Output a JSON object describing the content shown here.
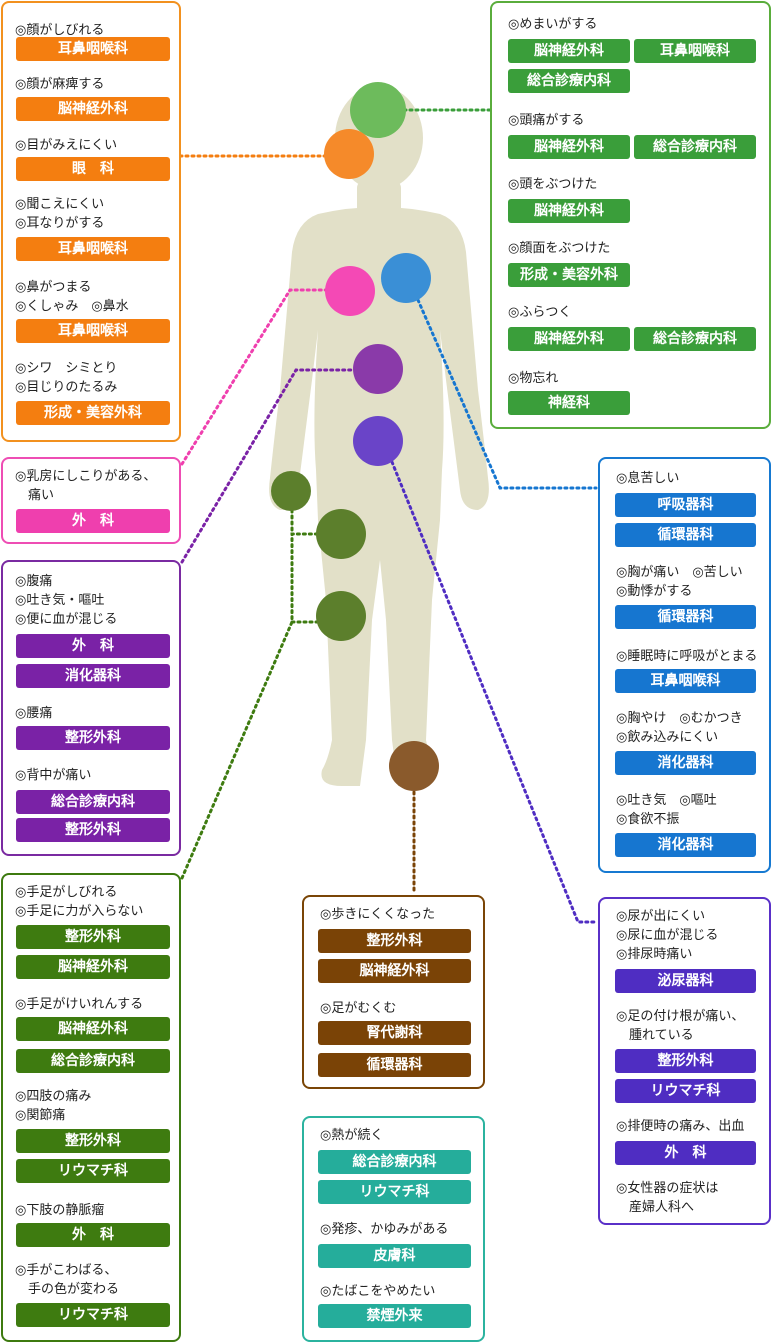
{
  "head_left": {
    "groups": [
      {
        "symptoms": [
          "◎顔がしびれる"
        ],
        "depts": [
          "耳鼻咽喉科"
        ]
      },
      {
        "symptoms": [
          "◎顔が麻痺する"
        ],
        "depts": [
          "脳神経外科"
        ]
      },
      {
        "symptoms": [
          "◎目がみえにくい"
        ],
        "depts": [
          "眼　科"
        ]
      },
      {
        "symptoms": [
          "◎聞こえにくい",
          "◎耳なりがする"
        ],
        "depts": [
          "耳鼻咽喉科"
        ]
      },
      {
        "symptoms": [
          "◎鼻がつまる",
          "◎くしゃみ　◎鼻水"
        ],
        "depts": [
          "耳鼻咽喉科"
        ]
      },
      {
        "symptoms": [
          "◎シワ　シミとり",
          "◎目じりのたるみ"
        ],
        "depts": [
          "形成・美容外科"
        ]
      }
    ]
  },
  "head_right": {
    "groups": [
      {
        "symptoms": [
          "◎めまいがする"
        ],
        "depts": [
          "脳神経外科",
          "耳鼻咽喉科",
          "総合診療内科"
        ]
      },
      {
        "symptoms": [
          "◎頭痛がする"
        ],
        "depts": [
          "脳神経外科",
          "総合診療内科"
        ]
      },
      {
        "symptoms": [
          "◎頭をぶつけた"
        ],
        "depts": [
          "脳神経外科"
        ]
      },
      {
        "symptoms": [
          "◎顔面をぶつけた"
        ],
        "depts": [
          "形成・美容外科"
        ]
      },
      {
        "symptoms": [
          "◎ふらつく"
        ],
        "depts": [
          "脳神経外科",
          "総合診療内科"
        ]
      },
      {
        "symptoms": [
          "◎物忘れ"
        ],
        "depts": [
          "神経科"
        ]
      }
    ]
  },
  "breast": {
    "groups": [
      {
        "symptoms": [
          "◎乳房にしこりがある、",
          "　痛い"
        ],
        "depts": [
          "外　科"
        ]
      }
    ]
  },
  "abdomen": {
    "groups": [
      {
        "symptoms": [
          "◎腹痛",
          "◎吐き気・嘔吐",
          "◎便に血が混じる"
        ],
        "depts": [
          "外　科",
          "消化器科"
        ]
      },
      {
        "symptoms": [
          "◎腰痛"
        ],
        "depts": [
          "整形外科"
        ]
      },
      {
        "symptoms": [
          "◎背中が痛い"
        ],
        "depts": [
          "総合診療内科",
          "整形外科"
        ]
      }
    ]
  },
  "limbs": {
    "groups": [
      {
        "symptoms": [
          "◎手足がしびれる",
          "◎手足に力が入らない"
        ],
        "depts": [
          "整形外科",
          "脳神経外科"
        ]
      },
      {
        "symptoms": [
          "◎手足がけいれんする"
        ],
        "depts": [
          "脳神経外科",
          "総合診療内科"
        ]
      },
      {
        "symptoms": [
          "◎四肢の痛み",
          "◎関節痛"
        ],
        "depts": [
          "整形外科",
          "リウマチ科"
        ]
      },
      {
        "symptoms": [
          "◎下肢の静脈瘤"
        ],
        "depts": [
          "外　科"
        ]
      },
      {
        "symptoms": [
          "◎手がこわばる、",
          "　手の色が変わる"
        ],
        "depts": [
          "リウマチ科"
        ]
      }
    ]
  },
  "legs": {
    "groups": [
      {
        "symptoms": [
          "◎歩きにくくなった"
        ],
        "depts": [
          "整形外科",
          "脳神経外科"
        ]
      },
      {
        "symptoms": [
          "◎足がむくむ"
        ],
        "depts": [
          "腎代謝科",
          "循環器科"
        ]
      }
    ]
  },
  "general": {
    "groups": [
      {
        "symptoms": [
          "◎熱が続く"
        ],
        "depts": [
          "総合診療内科",
          "リウマチ科"
        ]
      },
      {
        "symptoms": [
          "◎発疹、かゆみがある"
        ],
        "depts": [
          "皮膚科"
        ]
      },
      {
        "symptoms": [
          "◎たばこをやめたい"
        ],
        "depts": [
          "禁煙外来"
        ]
      }
    ]
  },
  "chest": {
    "groups": [
      {
        "symptoms": [
          "◎息苦しい"
        ],
        "depts": [
          "呼吸器科",
          "循環器科"
        ]
      },
      {
        "symptoms": [
          "◎胸が痛い　◎苦しい",
          "◎動悸がする"
        ],
        "depts": [
          "循環器科"
        ]
      },
      {
        "symptoms": [
          "◎睡眠時に呼吸がとまる"
        ],
        "depts": [
          "耳鼻咽喉科"
        ]
      },
      {
        "symptoms": [
          "◎胸やけ　◎むかつき",
          "◎飲み込みにくい"
        ],
        "depts": [
          "消化器科"
        ]
      },
      {
        "symptoms": [
          "◎吐き気　◎嘔吐",
          "◎食欲不振"
        ],
        "depts": [
          "消化器科"
        ]
      }
    ]
  },
  "lower": {
    "groups": [
      {
        "symptoms": [
          "◎尿が出にくい",
          "◎尿に血が混じる",
          "◎排尿時痛い"
        ],
        "depts": [
          "泌尿器科"
        ]
      },
      {
        "symptoms": [
          "◎足の付け根が痛い、",
          "　腫れている"
        ],
        "depts": [
          "整形外科",
          "リウマチ科"
        ]
      },
      {
        "symptoms": [
          "◎排便時の痛み、出血"
        ],
        "depts": [
          "外　科"
        ]
      },
      {
        "symptoms": [
          "◎女性器の症状は",
          "　産婦人科へ"
        ],
        "depts": []
      }
    ]
  },
  "colors": {
    "head_left": "#f47e10",
    "head_right": "#3a9e3a",
    "breast": "#ef3fae",
    "abdomen": "#7a22a6",
    "limbs": "#3e7b10",
    "legs": "#7a4306",
    "general": "#25ad9b",
    "chest": "#1676d0",
    "lower": "#4f2dc2",
    "body": "#e2e0c8"
  }
}
